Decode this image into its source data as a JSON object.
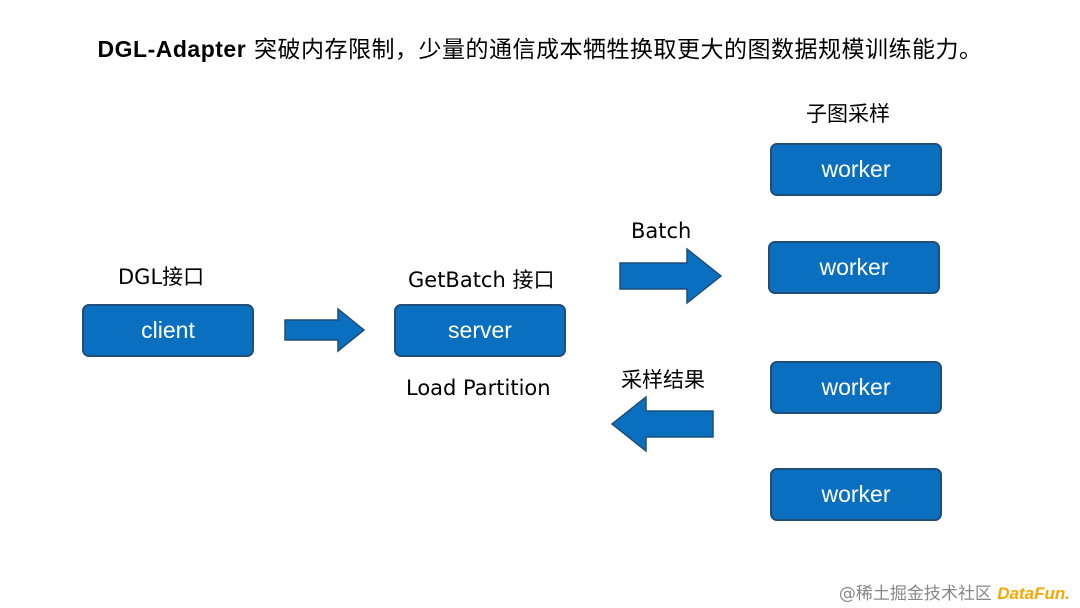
{
  "headline": {
    "strong": "DGL-Adapter",
    "rest": " 突破内存限制，少量的通信成本牺牲换取更大的图数据规模训练能力。"
  },
  "labels": {
    "dgl_api": "DGL接口",
    "getbatch_api": "GetBatch 接口",
    "load_partition": "Load Partition",
    "subgraph_sampling": "子图采样",
    "batch": "Batch",
    "sampling_result": "采样结果"
  },
  "nodes": {
    "client": "client",
    "server": "server",
    "workers": [
      "worker",
      "worker",
      "worker",
      "worker"
    ]
  },
  "colors": {
    "box_fill": "#0B6FC0",
    "box_border": "#1F4E79",
    "arrow_fill": "#0B6FC0"
  },
  "watermark": {
    "text": "@稀土掘金技术社区",
    "brand": "DataFun."
  }
}
